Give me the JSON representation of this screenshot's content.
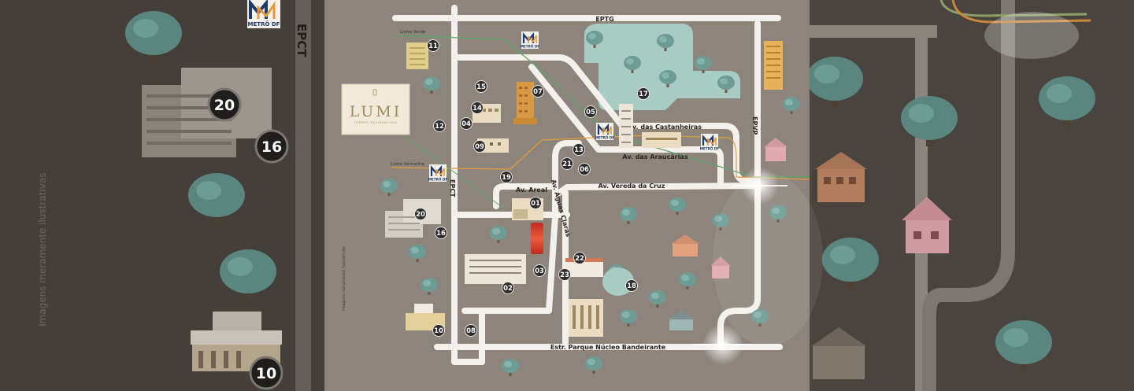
{
  "brand": {
    "name": "LUMI",
    "tagline": "TORRES RESIDENCIAIS",
    "metro_logo_text": "METRÔ DF"
  },
  "roads": {
    "eptg": "EPTG",
    "epct": "EPCT",
    "epvp": "EPVP",
    "castanheiras": "Av. das Castanheiras",
    "araucarias": "Av. das Araucárias",
    "vereda": "Av. Vereda da Cruz",
    "areal": "Av. Areal",
    "aguas_claras": "Av. Águas Claras",
    "parque": "Estr. Parque Núcleo Bandeirante"
  },
  "metro_lines": {
    "verde": "Linha Verde",
    "vermelha": "Linha Vermelha",
    "verde_color": "#5aa56a",
    "vermelha_color": "#e39a3c"
  },
  "disclaimer": "Imagens meramente ilustrativas",
  "side_labels": {
    "left_20": "20",
    "left_16": "16",
    "left_10": "10",
    "left_road": "EPCT"
  },
  "pois": [
    {
      "id": "01",
      "label": "01"
    },
    {
      "id": "02",
      "label": "02"
    },
    {
      "id": "03",
      "label": "03"
    },
    {
      "id": "04",
      "label": "04"
    },
    {
      "id": "05",
      "label": "05"
    },
    {
      "id": "06",
      "label": "06"
    },
    {
      "id": "07",
      "label": "07"
    },
    {
      "id": "08",
      "label": "08"
    },
    {
      "id": "09",
      "label": "09"
    },
    {
      "id": "10",
      "label": "10"
    },
    {
      "id": "11",
      "label": "11"
    },
    {
      "id": "12",
      "label": "12"
    },
    {
      "id": "13",
      "label": "13"
    },
    {
      "id": "14",
      "label": "14"
    },
    {
      "id": "15",
      "label": "15"
    },
    {
      "id": "16",
      "label": "16"
    },
    {
      "id": "17",
      "label": "17"
    },
    {
      "id": "18",
      "label": "18"
    },
    {
      "id": "19",
      "label": "19"
    },
    {
      "id": "20",
      "label": "20"
    },
    {
      "id": "21",
      "label": "21"
    },
    {
      "id": "22",
      "label": "22"
    },
    {
      "id": "23",
      "label": "23"
    }
  ],
  "colors": {
    "map_bg": "#8d857c",
    "road": "#f4f1ec",
    "park": "#a8ccc4",
    "tree": "#6e9c95",
    "poi": "#2b2b2b",
    "highlight": "#e03a2c"
  }
}
